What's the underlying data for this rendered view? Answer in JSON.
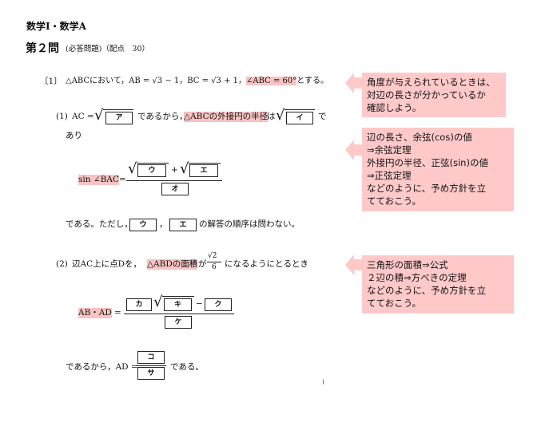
{
  "header": {
    "subject": "数学Ⅰ・数学A",
    "question": "第２問",
    "meta": "(必答問題)（配点　30）"
  },
  "part1": {
    "label": "〔1〕",
    "intro": "△ABCにおいて，AB = √3 − 1，BC = √3 + 1，",
    "intro_hl": "∠ABC = 60°",
    "intro_end": "とする。",
    "q1": {
      "label": "(1)",
      "ac": "AC =",
      "box_a": "ア",
      "then": "であるから，",
      "hl": "△ABCの外接円の半径",
      "ha": "は",
      "box_i": "イ",
      "de": "で",
      "ari": "あり",
      "sin": "sin ∠BAC",
      "eq": "=",
      "box_u": "ウ",
      "plus": "+",
      "box_e": "エ",
      "box_o": "オ",
      "note_pre": "である。ただし，",
      "note_sep": "，",
      "note_post": "の解答の順序は問わない。"
    },
    "q2": {
      "label": "(2)",
      "text": "辺AC上に点Dを，",
      "hl": "△ABDの面積",
      "ga": "が",
      "frac_num": "√2",
      "frac_den": "6",
      "end": "になるようにとるとき",
      "abad": "AB・AD",
      "eq": "=",
      "box_ka": "カ",
      "box_ki": "キ",
      "minus": "−",
      "box_ku": "ク",
      "box_ke": "ケ",
      "then": "であるから，AD =",
      "box_ko": "コ",
      "box_sa": "サ",
      "end2": "である。"
    }
  },
  "page_mark": ")",
  "notes": [
    {
      "lines": [
        "角度が与えられているときは、",
        "対辺の長さが分かっているか",
        "確認しよう。"
      ]
    },
    {
      "lines": [
        "辺の長さ、余弦(cos)の値",
        "⇒余弦定理",
        "外接円の半径、正弦(sin)の値",
        "⇒正弦定理",
        "などのように、予め方針を立",
        "てておこう。"
      ]
    },
    {
      "lines": [
        "三角形の面積⇒公式",
        "２辺の積⇒方べきの定理",
        "などのように、予め方針を立",
        "てておこう。"
      ]
    }
  ],
  "colors": {
    "highlight": "#f7c3c3",
    "note_bg": "#ffc9c9"
  }
}
